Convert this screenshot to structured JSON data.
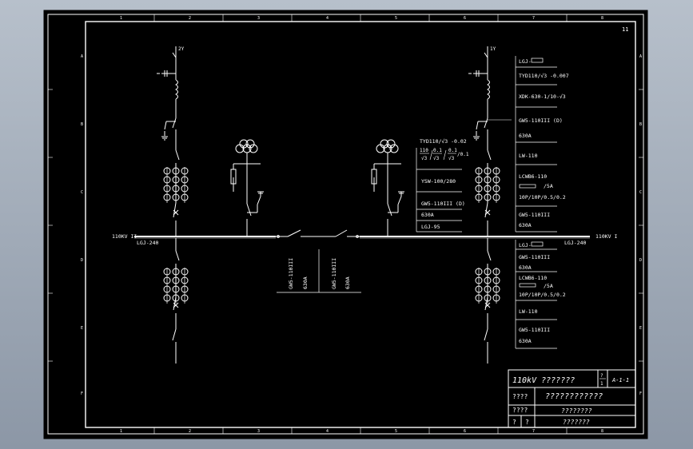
{
  "colors": {
    "paper": "#000000",
    "ink": "#ffffff",
    "background": "#a7b1bd"
  },
  "sheet_no": "11",
  "col_marks": [
    "1",
    "2",
    "3",
    "4",
    "5",
    "6",
    "7",
    "8"
  ],
  "row_marks": [
    "A",
    "B",
    "C",
    "D",
    "E",
    "F"
  ],
  "left_feeder_label": "2Y",
  "right_feeder_label": "1Y",
  "bus_left_name": "110KV II",
  "bus_right_name": "110KV I",
  "bus_left_cable": "LGJ-240",
  "bus_right_cable": "LGJ-240",
  "pt_notes": [
    "TYD110/√3 -0.02",
    "YSW-100/280",
    "GW5-110III   (D)",
    "630A",
    "LGJ-95"
  ],
  "pt_ratio": {
    "n1": "110",
    "d1": "√3",
    "n2": "0.1",
    "d2": "√3",
    "n3": "0.1",
    "d3": "√3",
    "tail": "/0.1"
  },
  "top_notes": [
    "LGJ-",
    "TYD110/√3 -0.007",
    "XDK-630-1/10-√3",
    "GW5-110III   (D)",
    "630A",
    "LW-110",
    "LCWB6-110",
    "/5A",
    "10P/10P/0.5/0.2",
    "GW5-110III",
    "630A"
  ],
  "bottom_notes": [
    "LGJ-",
    "630A",
    "GW5-110III",
    "LCWB6-110",
    "/5A",
    "10P/10P/0.5/0.2",
    "LW-110",
    "GW5-110III",
    "630A"
  ],
  "coupler_notes": [
    "GW5-110III",
    "630A",
    "GW5-110III",
    "630A"
  ],
  "title_block": {
    "title": "110kV ???????",
    "scale_top": "?",
    "scale_bottom": "1",
    "code": "A-1-1",
    "row2_label": "????",
    "row2_value": "????????????",
    "row3_label": "????",
    "row3_value": "????????",
    "row4_label_a": "?",
    "row4_label_b": "?",
    "row4_value": "???????"
  }
}
